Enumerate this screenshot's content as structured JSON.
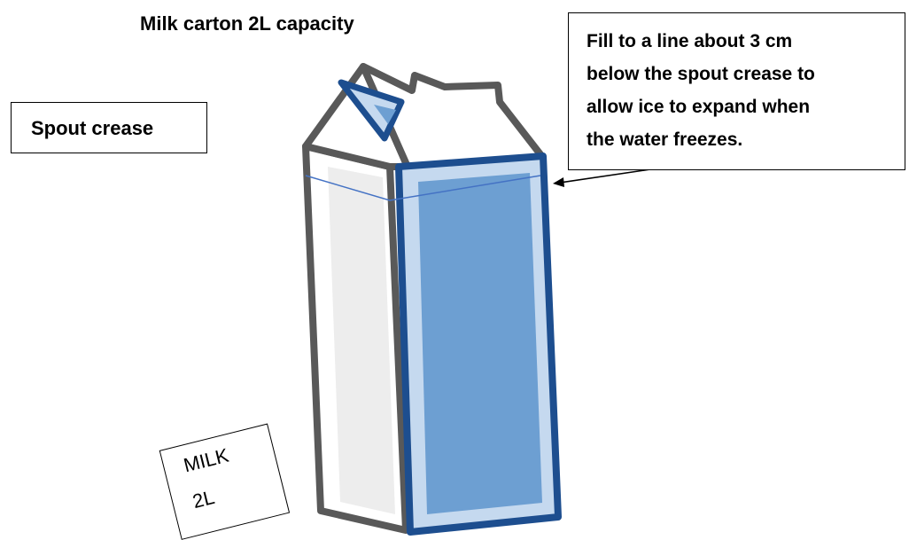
{
  "title": "Milk carton 2L capacity",
  "callouts": {
    "spout": "Spout crease",
    "fill_lines": [
      "Fill to a line about 3 cm",
      "below the spout crease to",
      "allow ice to expand when",
      "the water freezes."
    ]
  },
  "label_card": {
    "line1": "MILK",
    "line2": "2L"
  },
  "colors": {
    "outline": "#595959",
    "front_face": "#6d9fd2",
    "front_border": "#1d4e8f",
    "front_inner": "#c5d9ef",
    "side_face": "#ededed",
    "fill_line": "#4472c4"
  }
}
